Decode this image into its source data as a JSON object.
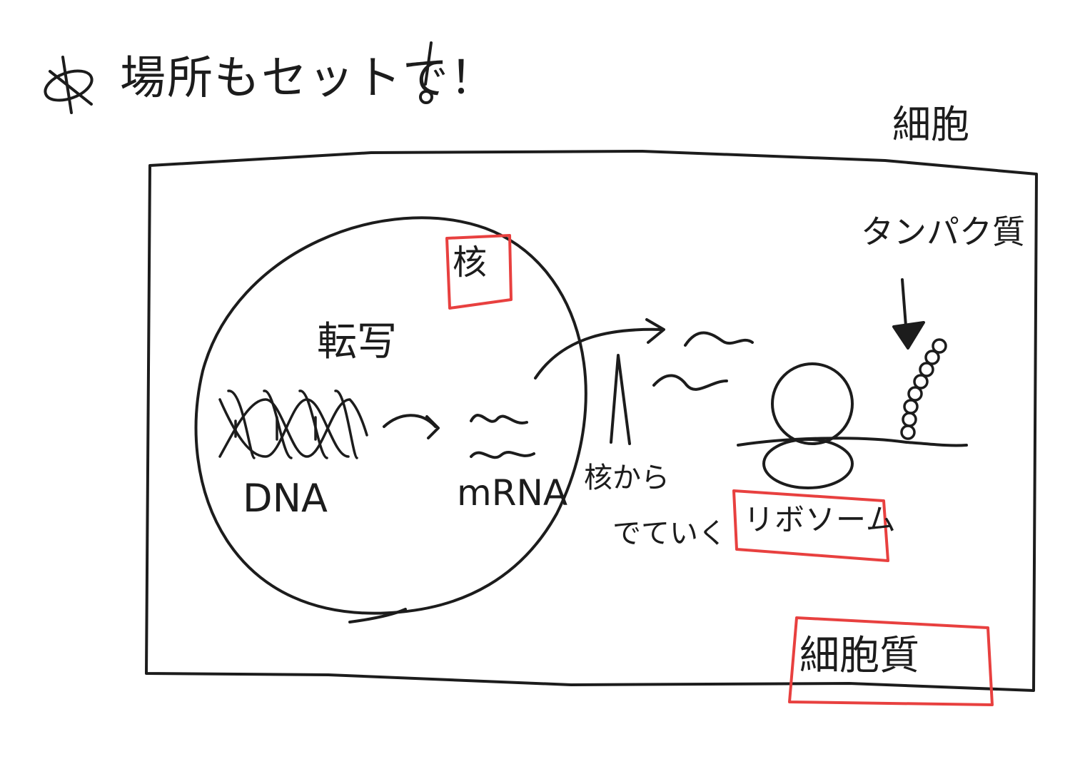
{
  "title": "場所もセットで！",
  "labels": {
    "cell": "細胞",
    "nucleus": "核",
    "transcription": "転写",
    "dna": "DNA",
    "mrna": "mRNA",
    "exit_line1": "核から",
    "exit_line2": "でていく",
    "protein": "タンパク質",
    "ribosome": "リボソーム",
    "cytoplasm": "細胞質"
  },
  "icons": {
    "title_mark": "asterisk-doodle-icon",
    "dna_strand": "double-helix-icon"
  },
  "colors": {
    "ink": "#1c1c1c",
    "highlight_box": "#e8403f",
    "background": "#ffffff"
  }
}
